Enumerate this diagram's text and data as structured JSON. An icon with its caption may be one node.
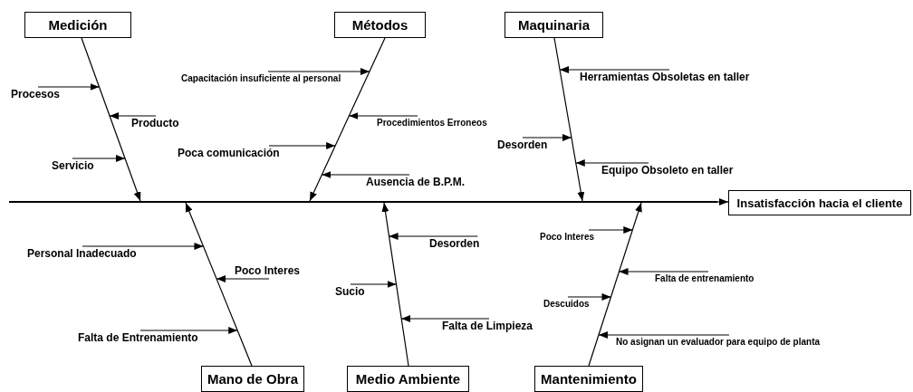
{
  "diagram": {
    "nodes": [
      {
        "text": [
          "Medición"
        ]
      },
      {
        "text": [
          "Procesos"
        ]
      },
      {
        "text": [
          "Producto"
        ]
      },
      {
        "text": [
          "Servicio"
        ]
      },
      {
        "text": [
          "Métodos"
        ]
      },
      {
        "text": [
          "Capacitación insuficiente al personal"
        ]
      },
      {
        "text": [
          "Procedimientos Erroneos"
        ]
      },
      {
        "text": [
          "Poca comunicación"
        ]
      },
      {
        "text": [
          "Ausencia de B.P.M."
        ]
      },
      {
        "text": [
          "Maquinaria"
        ]
      },
      {
        "text": [
          "Herramientas Obsoletas en taller"
        ]
      },
      {
        "text": [
          "Desorden"
        ]
      },
      {
        "text": [
          "Equipo Obsoleto en taller"
        ]
      },
      {
        "text": [],
        "shape": "bar"
      },
      {
        "text": [
          "Insatisfacción hacia el cliente"
        ]
      },
      {
        "text": [
          "Personal Inadecuado"
        ]
      },
      {
        "text": [
          "Poco Interes"
        ]
      },
      {
        "text": [
          "Falta de Entrenamiento"
        ]
      },
      {
        "text": [
          "Mano de Obra"
        ]
      },
      {
        "text": [
          "Desorden"
        ]
      },
      {
        "text": [
          "Sucio"
        ]
      },
      {
        "text": [
          "Falta de Limpieza"
        ]
      },
      {
        "text": [
          "Medio Ambiente"
        ]
      },
      {
        "text": [
          "Poco Interes"
        ]
      },
      {
        "text": [
          "Falta de entrenamiento"
        ]
      },
      {
        "text": [
          "Descuidos"
        ]
      },
      {
        "text": [
          "No asignan un evaluador para equipo de planta"
        ]
      },
      {
        "text": [
          "Mantenimiento"
        ]
      }
    ],
    "edges": [
      {
        "from": 0,
        "to": 13,
        "arrow": "to"
      },
      {
        "from": 1,
        "to": null,
        "arrow": "to"
      },
      {
        "from": 2,
        "to": null,
        "arrow": "to"
      },
      {
        "from": 3,
        "to": null,
        "arrow": "to"
      },
      {
        "from": 4,
        "to": 13,
        "arrow": "to"
      },
      {
        "from": 5,
        "to": null,
        "arrow": "to"
      },
      {
        "from": 6,
        "to": null,
        "arrow": "to"
      },
      {
        "from": 7,
        "to": null,
        "arrow": "to"
      },
      {
        "from": 8,
        "to": null,
        "arrow": "to"
      },
      {
        "from": 9,
        "to": 13,
        "arrow": "to"
      },
      {
        "from": 10,
        "to": null,
        "arrow": "to"
      },
      {
        "from": 11,
        "to": null,
        "arrow": "to"
      },
      {
        "from": 12,
        "to": null,
        "arrow": "to"
      },
      {
        "from": 13,
        "to": 14,
        "arrow": "to"
      },
      {
        "from": 15,
        "to": null,
        "arrow": "to"
      },
      {
        "from": 16,
        "to": null,
        "arrow": "to"
      },
      {
        "from": 17,
        "to": null,
        "arrow": "to"
      },
      {
        "from": 18,
        "to": 13,
        "arrow": "to"
      },
      {
        "from": 19,
        "to": null,
        "arrow": "to"
      },
      {
        "from": 20,
        "to": null,
        "arrow": "to"
      },
      {
        "from": 21,
        "to": null,
        "arrow": "to"
      },
      {
        "from": 22,
        "to": 13,
        "arrow": "to"
      },
      {
        "from": 23,
        "to": null,
        "arrow": "to"
      },
      {
        "from": 24,
        "to": null,
        "arrow": "to"
      },
      {
        "from": 25,
        "to": null,
        "arrow": "to"
      },
      {
        "from": 26,
        "to": null,
        "arrow": "to"
      },
      {
        "from": 27,
        "to": 13,
        "arrow": "to"
      }
    ]
  }
}
